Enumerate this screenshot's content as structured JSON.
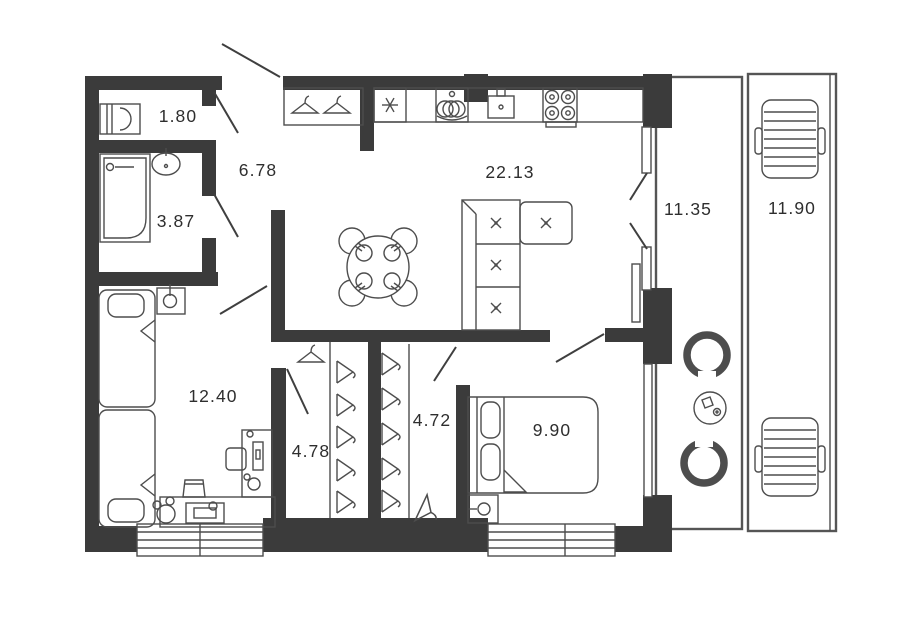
{
  "floorplan": {
    "wall_color": "#3b3b3b",
    "line_color": "#4d4d4d",
    "text_color": "#2e2e2e",
    "rooms": {
      "utility": {
        "area": "1.80"
      },
      "hallway": {
        "area": "6.78"
      },
      "bathroom": {
        "area": "3.87"
      },
      "kitchen_living": {
        "area": "22.13"
      },
      "loggia_left": {
        "area": "11.35"
      },
      "loggia_right": {
        "area": "11.90"
      },
      "kids_room": {
        "area": "12.40"
      },
      "closet_left": {
        "area": "4.78"
      },
      "closet_right": {
        "area": "4.72"
      },
      "bedroom": {
        "area": "9.90"
      }
    },
    "fixtures": [
      "washing-machine",
      "bathtub",
      "wash-basin",
      "coat-hangers",
      "fridge",
      "dishwasher",
      "kitchen-sink",
      "stove",
      "dining-table",
      "corner-sofa",
      "double-bed",
      "single-beds",
      "desk",
      "office-chair",
      "armchairs",
      "coffee-table",
      "radiator-benches",
      "radiator"
    ]
  }
}
